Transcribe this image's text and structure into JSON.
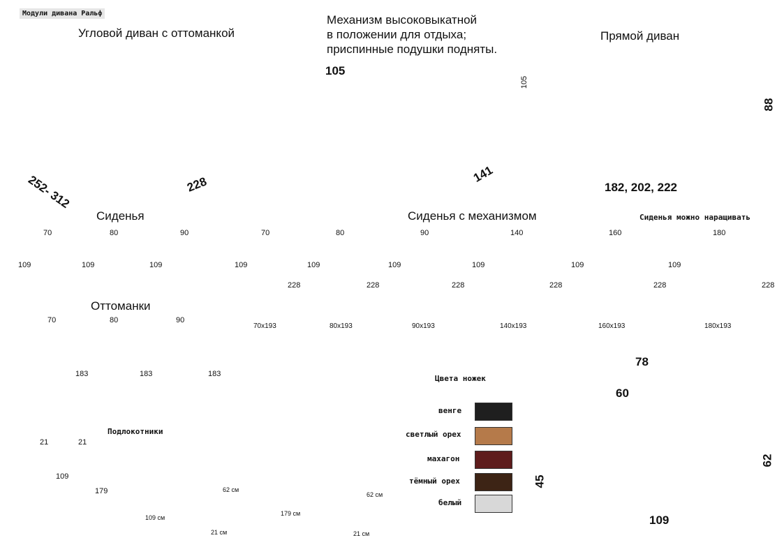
{
  "header": {
    "badge": "Модули дивана Ральф"
  },
  "corner_sofa": {
    "title": "Угловой диван с оттоманкой",
    "depth_dim": "252- 312",
    "width_dim": "228"
  },
  "mechanism": {
    "line1": "Механизм высоковыкатной",
    "line2": "в положении для отдыха;",
    "line3": "приспинные подушки подняты.",
    "dim_top": "105",
    "dim_side": "105",
    "dim_bottom": "141"
  },
  "straight_sofa": {
    "title": "Прямой диван",
    "height_dim": "88",
    "width_dim": "182, 202, 222"
  },
  "seats": {
    "title": "Сиденья",
    "items": [
      {
        "w": "70",
        "d": "109"
      },
      {
        "w": "80",
        "d": "109"
      },
      {
        "w": "90",
        "d": "109"
      }
    ]
  },
  "mech_seats": {
    "title": "Сиденья с механизмом",
    "note": "Сиденья можно наращивать",
    "items": [
      {
        "w": "70",
        "d": "109",
        "full": "228",
        "bed": "70x193"
      },
      {
        "w": "80",
        "d": "109",
        "full": "228",
        "bed": "80x193"
      },
      {
        "w": "90",
        "d": "109",
        "full": "228",
        "bed": "90x193"
      },
      {
        "w": "140",
        "d": "109",
        "full": "228",
        "bed": "140x193"
      },
      {
        "w": "160",
        "d": "109",
        "full": "228",
        "bed": "160x193"
      },
      {
        "w": "180",
        "d": "109",
        "full": "228",
        "bed": "180x193"
      }
    ]
  },
  "ottomans": {
    "title": "Оттоманки",
    "items": [
      {
        "w": "70",
        "d": "183"
      },
      {
        "w": "80",
        "d": "183"
      },
      {
        "w": "90",
        "d": "183"
      }
    ]
  },
  "armrests": {
    "title": "Подлокотники",
    "plan": [
      {
        "w": "21",
        "d": "109"
      },
      {
        "w": "21",
        "d": "179"
      }
    ],
    "views": [
      {
        "len": "109 см",
        "h": "62 см",
        "w": "21 см"
      },
      {
        "len": "179 см",
        "h": "62 см",
        "w": "21 см"
      }
    ]
  },
  "legs": {
    "title": "Цвета ножек",
    "items": [
      {
        "name": "венге",
        "color": "#1f1f1f"
      },
      {
        "name": "светлый орех",
        "color": "#b57a4a"
      },
      {
        "name": "махагон",
        "color": "#5e1c1c"
      },
      {
        "name": "тёмный орех",
        "color": "#3d2415"
      },
      {
        "name": "белый",
        "color": "#d8d8d8"
      }
    ]
  },
  "profile": {
    "top": "78",
    "seat": "60",
    "height": "62",
    "seat_h": "45",
    "depth": "109"
  }
}
